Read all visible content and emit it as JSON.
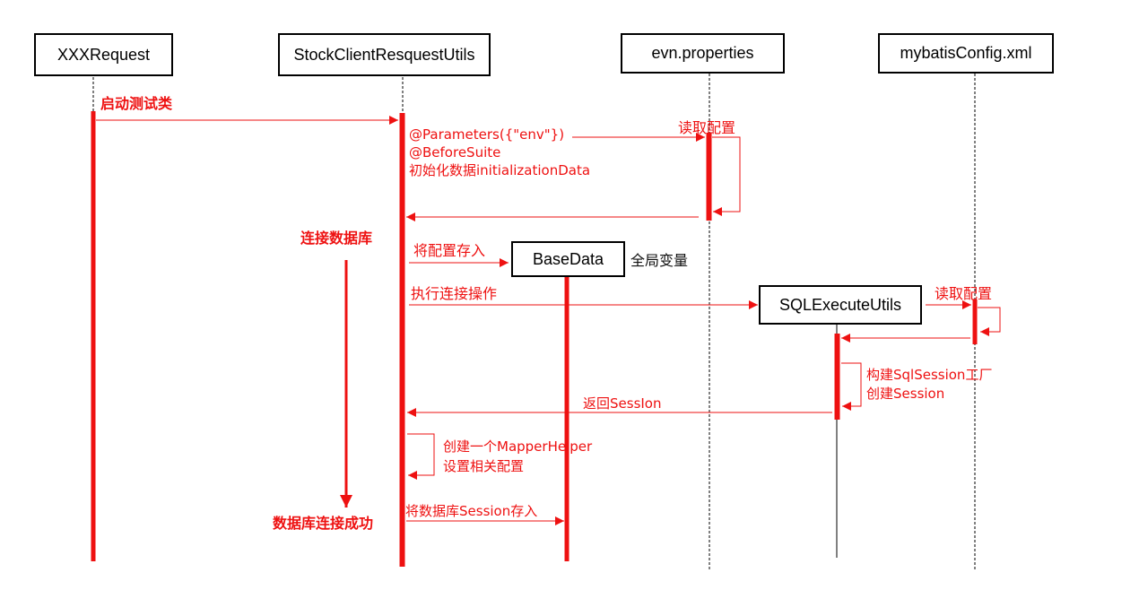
{
  "participants": {
    "request": "XXXRequest",
    "utils": "StockClientResquestUtils",
    "env": "evn.properties",
    "mybatis": "mybatisConfig.xml",
    "basedata": "BaseData",
    "sqlexec": "SQLExecuteUtils"
  },
  "messages": {
    "start_test": "启动测试类",
    "parameters": "@Parameters({\"env\"})",
    "before_suite": "@BeforeSuite",
    "init_data": "初始化数据initializationData",
    "read_config_env": "读取配置",
    "connect_db": "连接数据库",
    "store_config": "将配置存入",
    "global_var": "全局变量",
    "exec_connect": "执行连接操作",
    "read_config_mybatis": "读取配置",
    "build_factory": "构建SqlSession工厂",
    "create_session": "创建Session",
    "return_session": "返回SessIon",
    "create_mapper": "创建一个MapperHelper",
    "set_config": "设置相关配置",
    "store_session": "将数据库Session存入",
    "connect_success": "数据库连接成功"
  },
  "colors": {
    "accent": "#ee1111",
    "line": "#000000",
    "background": "#ffffff"
  }
}
